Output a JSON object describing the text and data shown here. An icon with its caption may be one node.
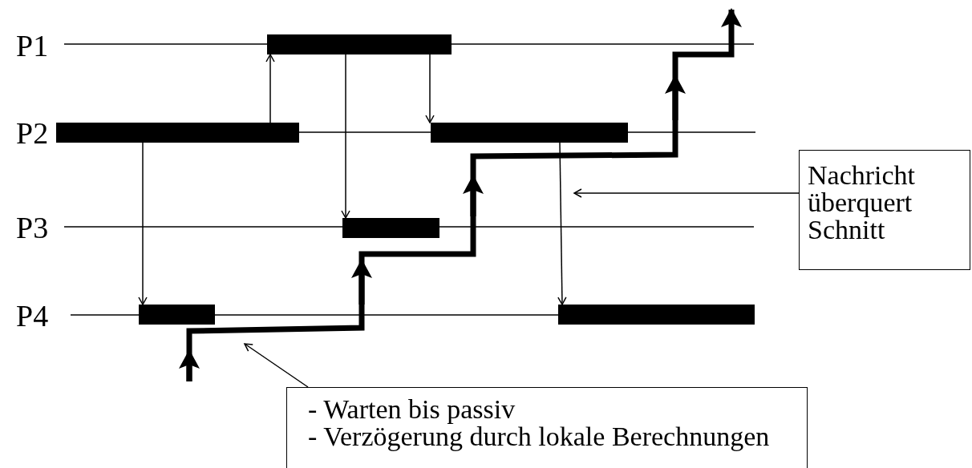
{
  "diagram": {
    "nodes": [
      {
        "text": [],
        "shape": "bar"
      },
      {
        "text": [],
        "shape": "bar"
      },
      {
        "text": [],
        "shape": "bar"
      },
      {
        "text": [],
        "shape": "bar"
      },
      {
        "text": [],
        "shape": "bar"
      },
      {
        "text": [],
        "shape": "bar"
      },
      {
        "text": [
          "Nachricht überquert Schnitt"
        ]
      },
      {
        "text": [
          "- Warten bis passiv",
          "- Verzögerung durch lokale Berechnungen"
        ]
      }
    ],
    "edges": [
      {
        "from": 1,
        "to": 0,
        "arrow": "to"
      },
      {
        "from": 1,
        "to": 4,
        "arrow": "to"
      },
      {
        "from": 0,
        "to": 3,
        "arrow": "to"
      },
      {
        "from": 0,
        "to": 2,
        "arrow": "to"
      },
      {
        "from": 2,
        "to": 5,
        "arrow": "to"
      },
      {
        "from": 6,
        "to": null,
        "arrow": "to"
      },
      {
        "from": 7,
        "to": null,
        "arrow": "to"
      }
    ],
    "labels": [
      "P1",
      "P2",
      "P3",
      "P4"
    ]
  }
}
